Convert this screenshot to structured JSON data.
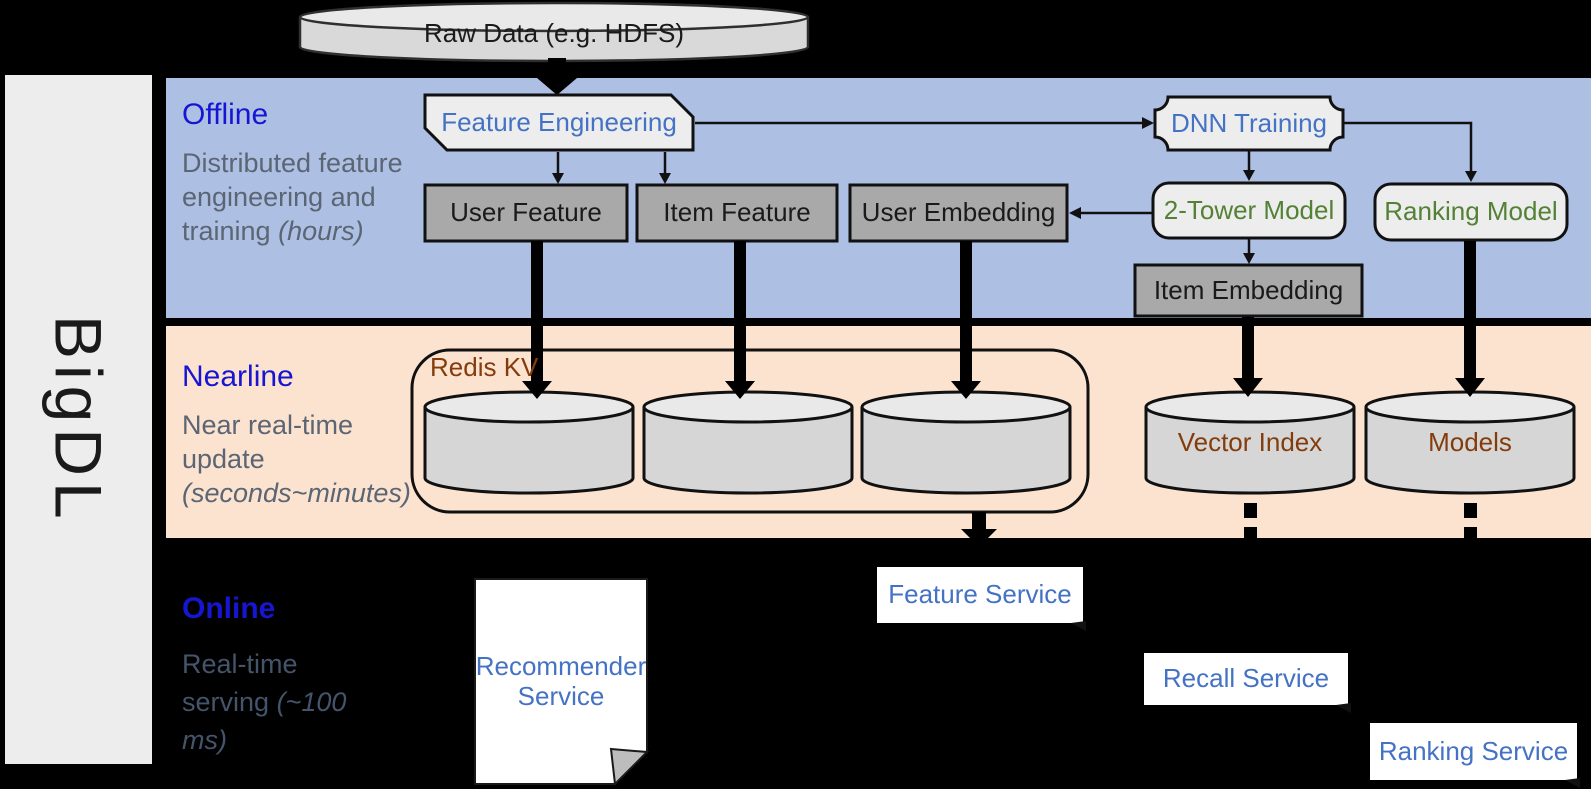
{
  "brand": "BigDL",
  "bands": {
    "offline": {
      "title": "Offline",
      "desc": "Distributed feature engineering and training",
      "desc_italic": "(hours)"
    },
    "nearline": {
      "title": "Nearline",
      "desc": "Near real-time update",
      "desc_italic": "(seconds~minutes)"
    },
    "online": {
      "title": "Online",
      "desc": "Real-time serving",
      "desc_italic": "(~100 ms)"
    }
  },
  "nodes": {
    "raw_data": "Raw Data (e.g. HDFS)",
    "feature_engineering": "Feature Engineering",
    "dnn_training": "DNN Training",
    "user_feature": "User Feature",
    "item_feature": "Item Feature",
    "user_embedding": "User Embedding",
    "two_tower_model": "2-Tower Model",
    "ranking_model": "Ranking Model",
    "item_embedding": "Item Embedding",
    "redis_kv": "Redis KV",
    "vector_index": "Vector Index",
    "models": "Models",
    "recommender_service": "Recommender Service",
    "feature_service": "Feature Service",
    "recall_service": "Recall Service",
    "ranking_service": "Ranking Service"
  },
  "colors": {
    "band_offline": "#adc0e4",
    "band_nearline": "#fbe3d0",
    "background": "#000000",
    "sidebar": "#ededed",
    "node_dark_gray": "#a9a9a9",
    "node_light_gray": "#ededed",
    "cylinder_body": "#d6d6d6",
    "accent_blue": "#4472c4",
    "title_blue": "#1616d2",
    "accent_green": "#538135",
    "accent_brown": "#843c0c",
    "desc_gray": "#5b6573",
    "online_desc_gray": "#44546a"
  }
}
